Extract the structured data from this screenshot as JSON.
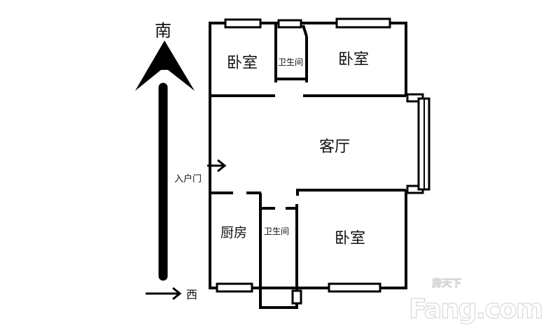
{
  "compass": {
    "south": "南",
    "west": "西"
  },
  "entrance": "入户门",
  "rooms": {
    "bedroom_top_left": "卧室",
    "bathroom_top": "卫生间",
    "bedroom_top_right": "卧室",
    "living_room": "客厅",
    "kitchen": "厨房",
    "bathroom_bottom": "卫生间",
    "bedroom_bottom": "卧室"
  },
  "watermark": {
    "cn": "房天下",
    "en": "Fang.com"
  }
}
